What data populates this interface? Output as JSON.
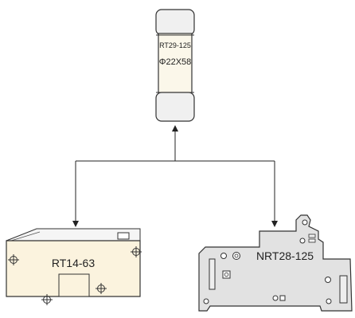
{
  "fuse": {
    "model": "RT29-125",
    "size": "Φ22X58"
  },
  "holders": [
    {
      "label": "RT14-63"
    },
    {
      "label": "NRT28-125"
    }
  ],
  "colors": {
    "line": "#222222",
    "fuse_cap_fill": "#f0f0f0",
    "fuse_body_fill": "#fbf7ea",
    "rt14_fill": "#fbf3de",
    "nrt28_fill": "#e2e2e2",
    "nrt28_stroke": "#333333"
  }
}
